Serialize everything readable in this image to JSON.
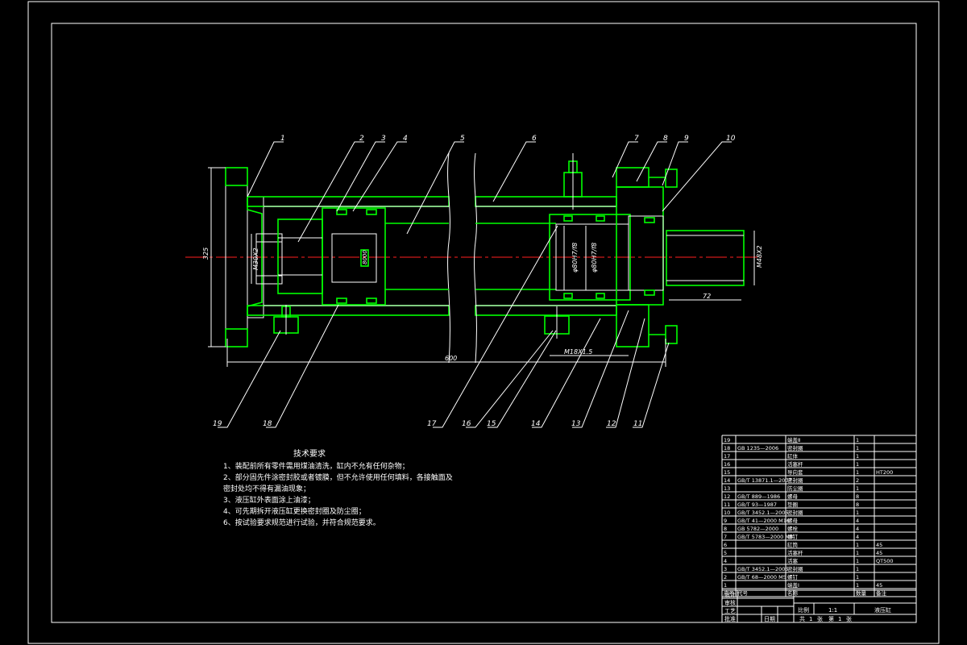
{
  "drawing": {
    "tech_requirements": {
      "title": "技术要求",
      "lines": [
        "1、装配前所有零件需用煤油清洗，缸内不允有任何杂物；",
        "2、部分固先件涂密封胶或者镀膜，但不允许使用任何填料，各接触面及",
        "密封处均不得有漏油现象；",
        "3、液压缸外表面涂上油漆；",
        "4、可先期拆开液压缸更换密封圈及防尘圈；",
        "6、按试验要求规范进行试验，并符合规范要求。"
      ]
    },
    "balloons": [
      "1",
      "2",
      "3",
      "4",
      "5",
      "6",
      "7",
      "8",
      "9",
      "10",
      "11",
      "12",
      "13",
      "14",
      "15",
      "16",
      "17",
      "18",
      "19"
    ],
    "dimensions": {
      "overall_length": "600",
      "left_height": "325",
      "left_bore": "M30X2",
      "rod_thread": "M48X2",
      "rod_length": "72",
      "port_thread": "M18X1.5",
      "center_mark": "8000",
      "bore1": "φ80H7/f8",
      "bore2": "φ80H7/f8"
    },
    "bom": {
      "header": [
        "序号",
        "代号",
        "名称",
        "数量",
        "备注"
      ],
      "rows": [
        [
          "19",
          "",
          "端盖Ⅱ",
          "1",
          ""
        ],
        [
          "18",
          "GB 1235—2006",
          "密封圈",
          "1",
          ""
        ],
        [
          "17",
          "",
          "缸体",
          "1",
          ""
        ],
        [
          "16",
          "",
          "活塞杆",
          "1",
          ""
        ],
        [
          "15",
          "",
          "导向套",
          "1",
          "HT200"
        ],
        [
          "14",
          "GB/T 13871.1—2007",
          "密封圈",
          "2",
          ""
        ],
        [
          "13",
          "",
          "防尘圈",
          "1",
          ""
        ],
        [
          "12",
          "GB/T 889—1986",
          "螺母",
          "8",
          ""
        ],
        [
          "11",
          "GB/T 93—1987",
          "垫圈",
          "8",
          ""
        ],
        [
          "10",
          "GB/T 3452.1—2005",
          "密封圈",
          "1",
          ""
        ],
        [
          "9",
          "GB/T 41—2000 M16",
          "螺母",
          "4",
          ""
        ],
        [
          "8",
          "GB 5782—2000",
          "螺栓",
          "4",
          ""
        ],
        [
          "7",
          "GB/T 5783—2000 M8",
          "螺钉",
          "4",
          ""
        ],
        [
          "6",
          "",
          "缸筒",
          "1",
          "45"
        ],
        [
          "5",
          "",
          "活塞杆",
          "1",
          "45"
        ],
        [
          "4",
          "",
          "活塞",
          "1",
          "QT500"
        ],
        [
          "3",
          "GB/T 3452.1—2005",
          "密封圈",
          "1",
          ""
        ],
        [
          "2",
          "GB/T 68—2000 M5",
          "螺钉",
          "1",
          ""
        ],
        [
          "1",
          "",
          "端盖Ⅰ",
          "1",
          "45"
        ]
      ]
    },
    "title_block": {
      "design": "设计",
      "check": "审核",
      "craft": "工艺",
      "approve": "批准",
      "date": "日期",
      "scale_label": "比例",
      "scale": "1:1",
      "drawing_no": "液压缸",
      "total_label": "共",
      "total_sheets": "1",
      "sheet_unit": "张",
      "sheet_label": "第",
      "sheet_no": "1",
      "sheet_unit2": "张"
    }
  }
}
